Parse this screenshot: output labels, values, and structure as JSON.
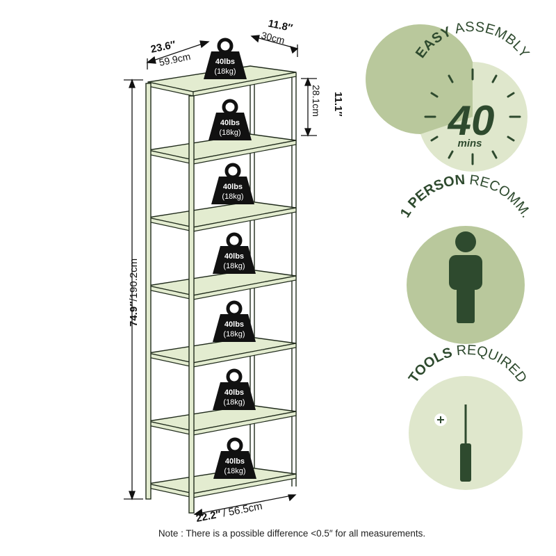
{
  "colors": {
    "shelf_fill": "#e3ecd0",
    "shelf_stroke": "#1f2a1b",
    "badge_light": "#dfe7cc",
    "badge_mid": "#b9c89c",
    "badge_dark": "#2e4a2e",
    "weight_fill": "#111111",
    "weight_text": "#ffffff"
  },
  "dimensions": {
    "width_in": "23.6″",
    "width_cm": "59.9cm",
    "depth_in": "11.8″",
    "depth_cm": "30cm",
    "spacing_in": "11.1″",
    "spacing_cm": "28.1cm",
    "height_in": "74.9″",
    "height_cm": "/190.2cm",
    "bottom_in": "22.2″",
    "bottom_cm": "/ 56.5cm"
  },
  "weights": [
    {
      "lbs": "40lbs",
      "kg": "(18kg)"
    },
    {
      "lbs": "40lbs",
      "kg": "(18kg)"
    },
    {
      "lbs": "40lbs",
      "kg": "(18kg)"
    },
    {
      "lbs": "40lbs",
      "kg": "(18kg)"
    },
    {
      "lbs": "40lbs",
      "kg": "(18kg)"
    },
    {
      "lbs": "40lbs",
      "kg": "(18kg)"
    },
    {
      "lbs": "40lbs",
      "kg": "(18kg)"
    }
  ],
  "features": {
    "assembly": {
      "bold": "EASY",
      "rest": " ASSEMBLY",
      "number": "40",
      "unit": "mins"
    },
    "person": {
      "bold": "1 PERSON",
      "rest": " RECOMM."
    },
    "tools": {
      "bold": "TOOLS",
      "rest": " REQUIRED",
      "icon": "screwdriver-icon"
    }
  },
  "note": "Note : There is a possible difference <0.5″ for all measurements."
}
